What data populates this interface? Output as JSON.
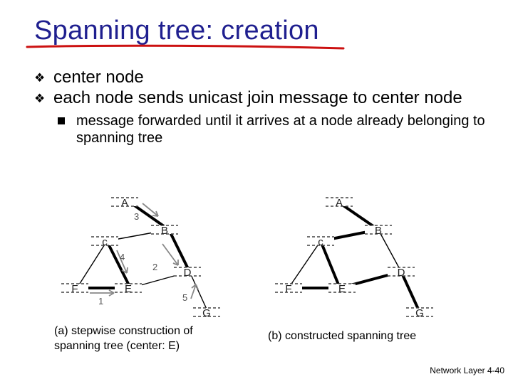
{
  "title": "Spanning tree: creation",
  "bullets": [
    "center node",
    "each node sends unicast join message to center node"
  ],
  "sub_bullet": "message forwarded until it arrives at a node already belonging to spanning tree",
  "diagram_a": {
    "nodes": [
      "A",
      "B",
      "c",
      "D",
      "E",
      "F",
      "G"
    ],
    "weights": [
      "3",
      "4",
      "2",
      "1",
      "5"
    ],
    "caption": "(a) stepwise construction of spanning tree (center: E)"
  },
  "diagram_b": {
    "nodes": [
      "A",
      "B",
      "c",
      "D",
      "E",
      "F",
      "G"
    ],
    "caption": "(b) constructed spanning tree"
  },
  "colors": {
    "title": "#1f1f8f",
    "underline": "#cc1111"
  },
  "footer": {
    "label": "Network Layer",
    "page": "4-40"
  }
}
